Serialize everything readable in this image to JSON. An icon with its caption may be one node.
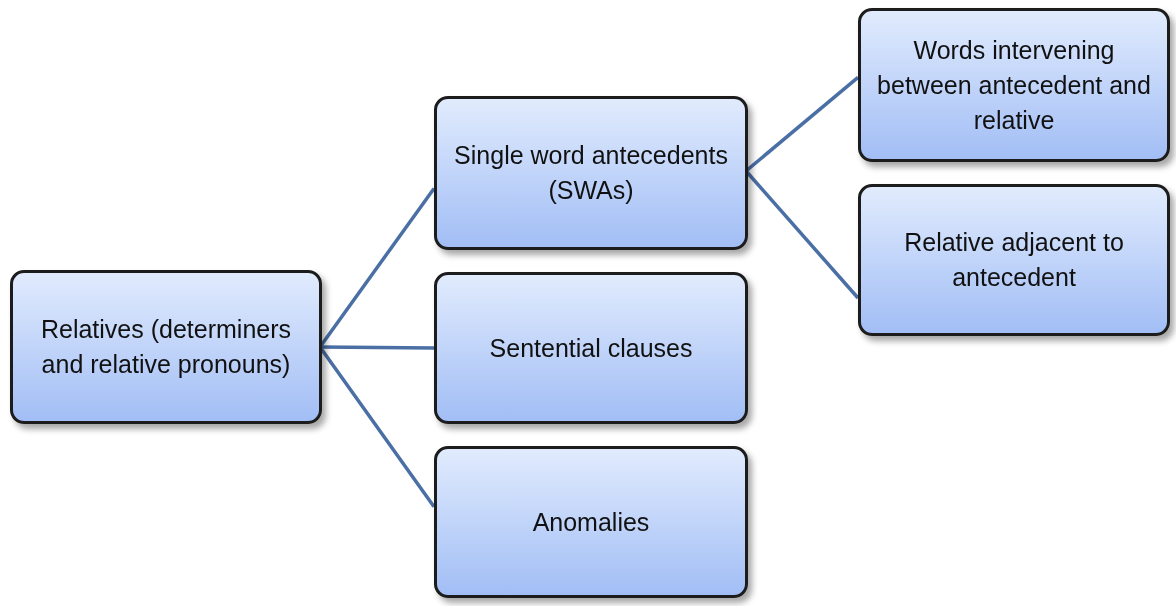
{
  "diagram": {
    "nodes": [
      {
        "text": [
          "Relatives (determiners and relative pronouns)"
        ]
      },
      {
        "text": [
          "Single word antecedents (SWAs)"
        ]
      },
      {
        "text": [
          "Sentential clauses"
        ]
      },
      {
        "text": [
          "Anomalies"
        ]
      },
      {
        "text": [
          "Words intervening between antecedent and relative"
        ]
      },
      {
        "text": [
          "Relative adjacent to antecedent"
        ]
      }
    ],
    "edges": [
      {
        "from": 0,
        "to": 1,
        "arrow": "none"
      },
      {
        "from": 0,
        "to": 2,
        "arrow": "none"
      },
      {
        "from": 0,
        "to": 3,
        "arrow": "none"
      },
      {
        "from": 1,
        "to": 4,
        "arrow": "none"
      },
      {
        "from": 1,
        "to": 5,
        "arrow": "none"
      }
    ]
  }
}
